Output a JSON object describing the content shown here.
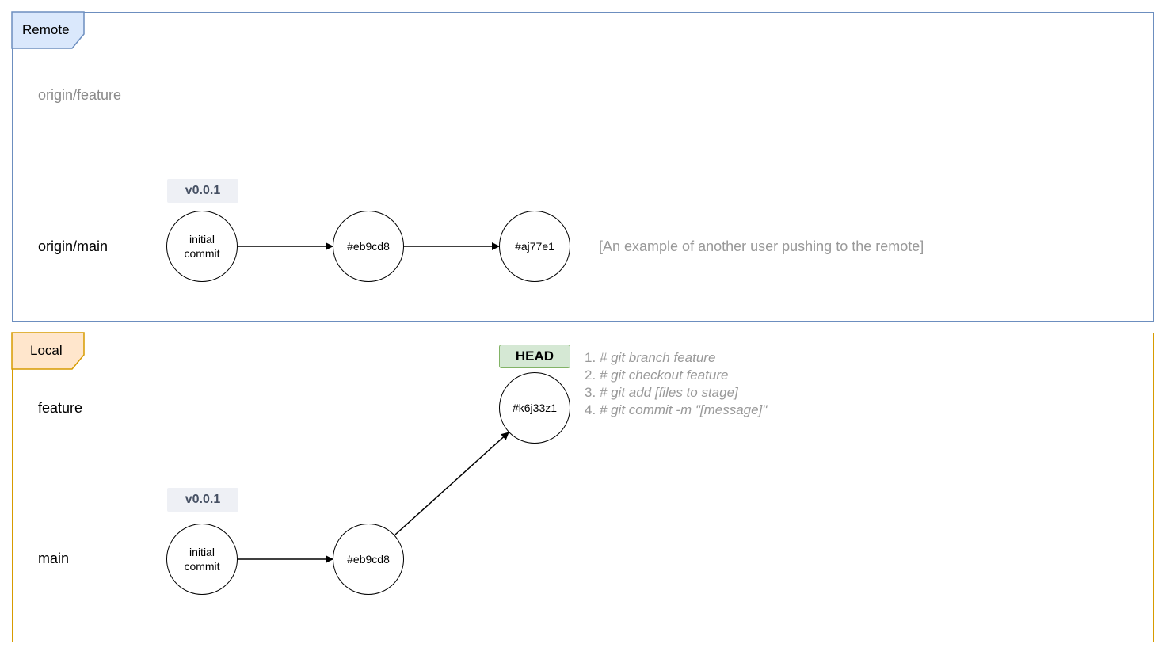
{
  "remote": {
    "tag": "Remote",
    "branches": {
      "feature": "origin/feature",
      "main": "origin/main"
    },
    "version_tag": "v0.0.1",
    "commits": [
      "initial commit",
      "#eb9cd8",
      "#aj77e1"
    ],
    "note": "[An example of another user pushing to the remote]"
  },
  "local": {
    "tag": "Local",
    "branches": {
      "feature": "feature",
      "main": "main"
    },
    "version_tag": "v0.0.1",
    "head_tag": "HEAD",
    "main_commits": [
      "initial commit",
      "#eb9cd8"
    ],
    "feature_commit": "#k6j33z1",
    "steps": [
      {
        "num": "1.",
        "cmd": "# git branch feature"
      },
      {
        "num": "2.",
        "cmd": "# git checkout feature"
      },
      {
        "num": "3.",
        "cmd": "# git add [files to stage]"
      },
      {
        "num": "4.",
        "cmd": "# git commit -m \"[message]\""
      }
    ]
  },
  "colors": {
    "remote_border": "#6c8ebf",
    "remote_tag_fill": "#dae8fc",
    "local_border": "#d79b00",
    "local_tag_fill": "#ffe6cc",
    "head_fill": "#d5e8d4",
    "head_border": "#82b366",
    "version_tag_fill": "#eef0f5",
    "muted_text": "#999999"
  }
}
